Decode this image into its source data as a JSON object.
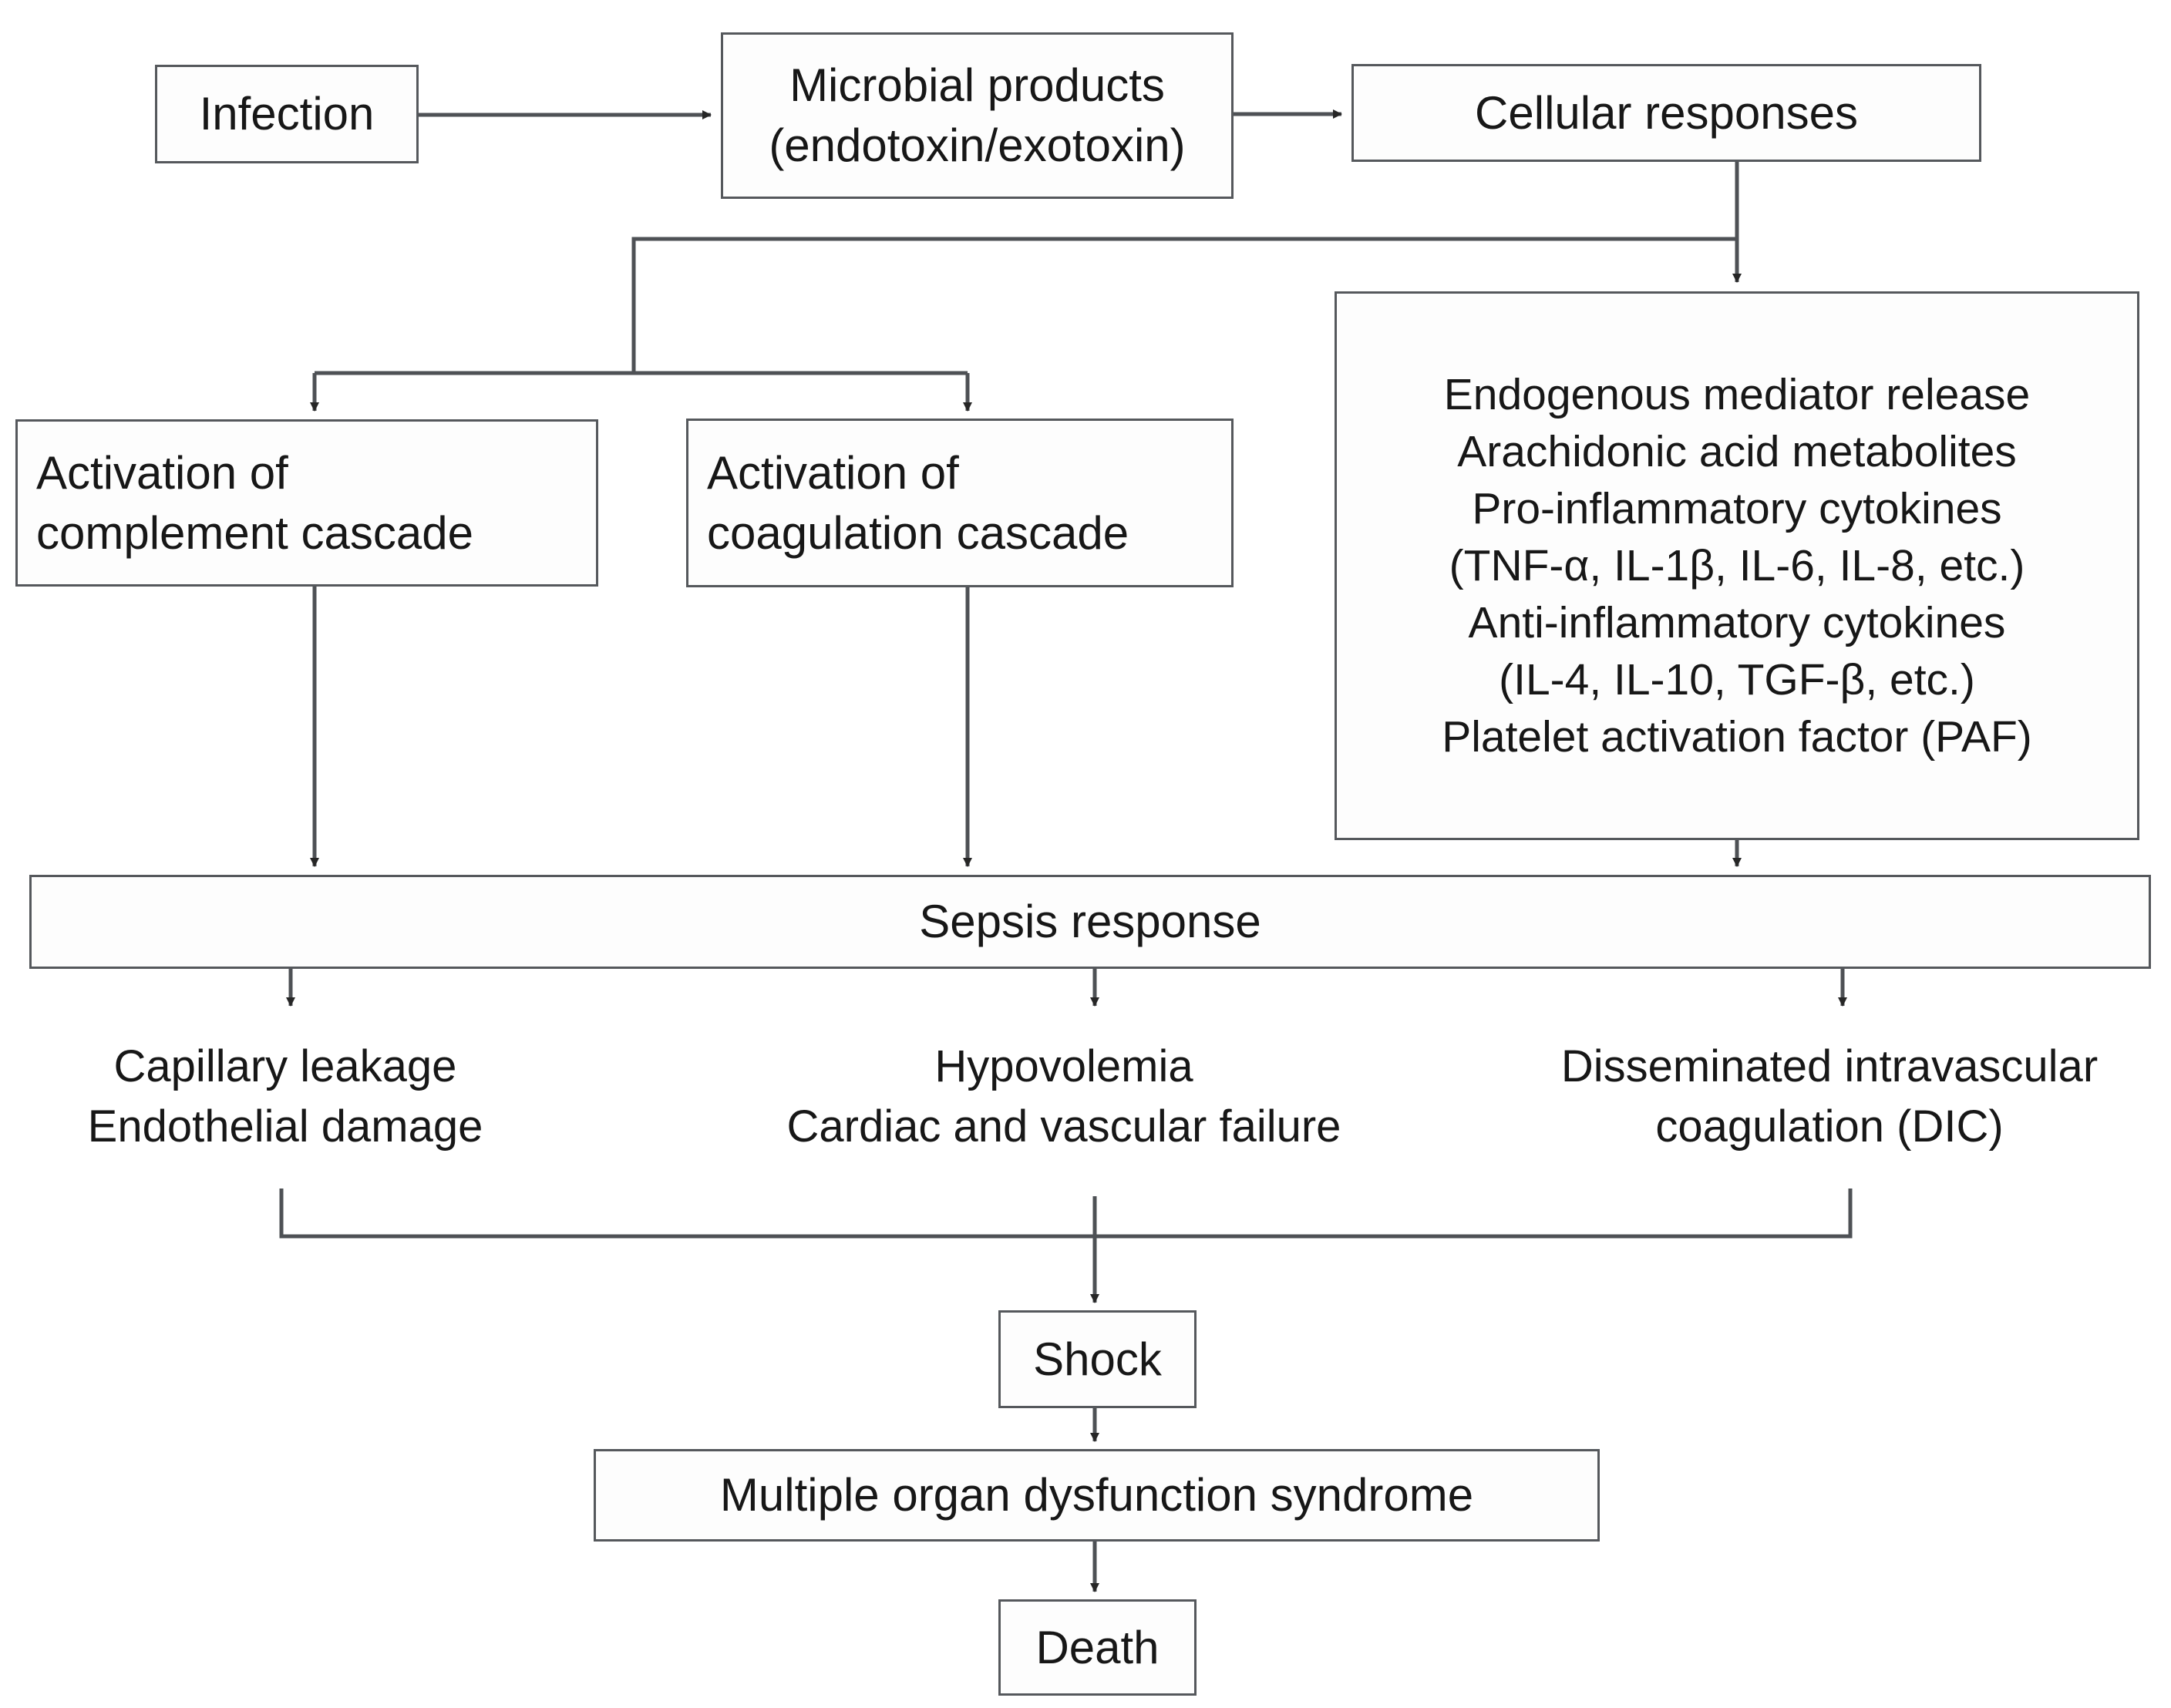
{
  "diagram": {
    "title": "Pathophysiology of sepsis flowchart",
    "type": "flowchart",
    "stroke_color": "#55585c",
    "text_color": "#171717",
    "background_color": "#ffffff"
  },
  "nodes": {
    "infection": {
      "lines": [
        "Infection"
      ]
    },
    "microbial": {
      "lines": [
        "Microbial products",
        "(endotoxin/exotoxin)"
      ]
    },
    "cellular": {
      "lines": [
        "Cellular responses"
      ]
    },
    "mediators": {
      "lines": [
        "Endogenous mediator release",
        "Arachidonic acid metabolites",
        "Pro-inflammatory cytokines",
        "(TNF-α, IL-1β, IL-6, IL-8, etc.)",
        "Anti-inflammatory cytokines",
        "(IL-4, IL-10,  TGF-β, etc.)",
        "Platelet activation factor (PAF)"
      ]
    },
    "complement": {
      "lines": [
        "Activation of",
        "complement cascade"
      ]
    },
    "coagulation": {
      "lines": [
        "Activation of",
        "coagulation cascade"
      ]
    },
    "sepsis": {
      "lines": [
        "Sepsis response"
      ]
    },
    "shock": {
      "lines": [
        "Shock"
      ]
    },
    "mods": {
      "lines": [
        "Multiple organ dysfunction syndrome"
      ]
    },
    "death": {
      "lines": [
        "Death"
      ]
    }
  },
  "outcomes": {
    "capillary": {
      "lines": [
        "Capillary leakage",
        "Endothelial damage"
      ]
    },
    "hypovolemia": {
      "lines": [
        "Hypovolemia",
        "Cardiac and vascular failure"
      ]
    },
    "dic": {
      "lines": [
        "Disseminated intravascular",
        "coagulation (DIC)"
      ]
    }
  },
  "edges": [
    {
      "from": "infection",
      "to": "microbial",
      "style": "arrow"
    },
    {
      "from": "microbial",
      "to": "cellular",
      "style": "arrow"
    },
    {
      "from": "cellular",
      "to": "mediators",
      "style": "arrow"
    },
    {
      "from": "cellular",
      "to": "complement",
      "style": "elbow-arrow"
    },
    {
      "from": "cellular",
      "to": "coagulation",
      "style": "elbow-arrow"
    },
    {
      "from": "complement",
      "to": "sepsis",
      "style": "arrow"
    },
    {
      "from": "coagulation",
      "to": "sepsis",
      "style": "arrow"
    },
    {
      "from": "mediators",
      "to": "sepsis",
      "style": "arrow"
    },
    {
      "from": "sepsis",
      "to": "capillary",
      "style": "arrow"
    },
    {
      "from": "sepsis",
      "to": "hypovolemia",
      "style": "arrow"
    },
    {
      "from": "sepsis",
      "to": "dic",
      "style": "arrow"
    },
    {
      "from": "capillary",
      "to": "shock",
      "style": "merge-arrow"
    },
    {
      "from": "hypovolemia",
      "to": "shock",
      "style": "merge-arrow"
    },
    {
      "from": "dic",
      "to": "shock",
      "style": "merge-arrow"
    },
    {
      "from": "shock",
      "to": "mods",
      "style": "arrow"
    },
    {
      "from": "mods",
      "to": "death",
      "style": "arrow"
    }
  ]
}
